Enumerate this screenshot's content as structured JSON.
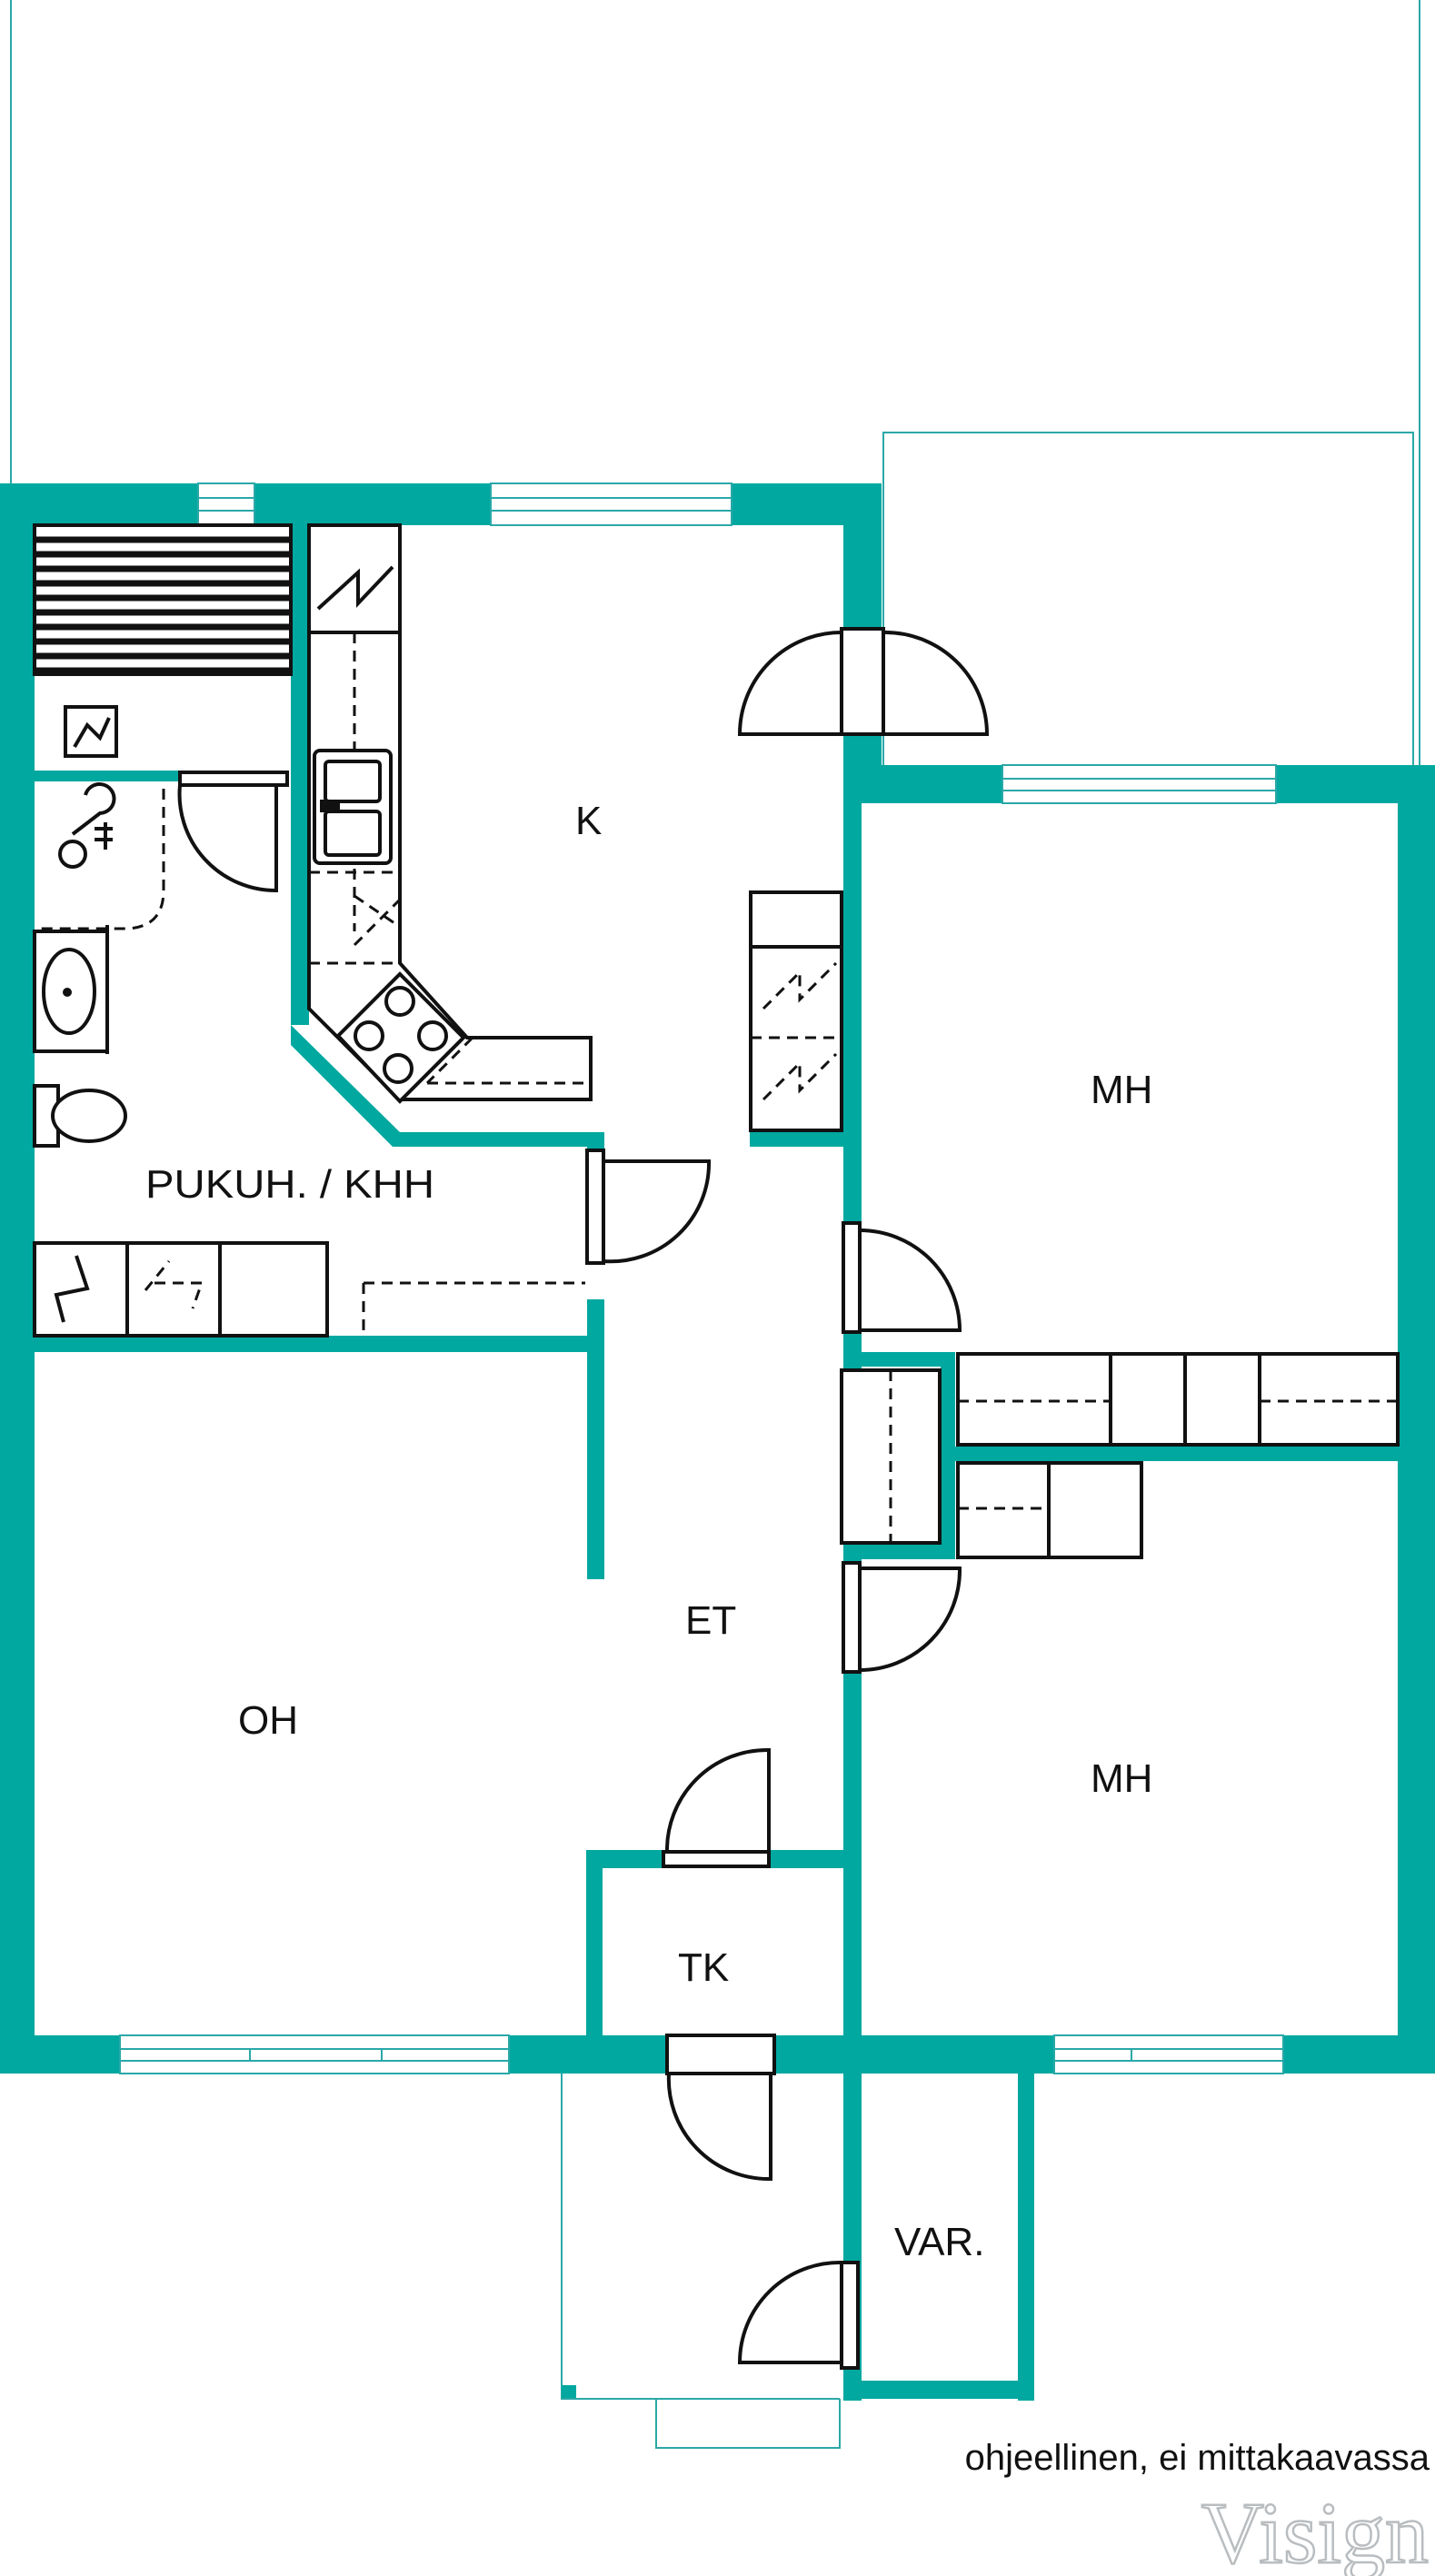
{
  "plan": {
    "wall_color": "#00a8a0",
    "outline_color": "#2aa8a8",
    "fixture_color": "#111111"
  },
  "rooms": {
    "kitchen": "K",
    "bedroom_upper": "MH",
    "bedroom_lower": "MH",
    "dressing_utility": "PUKUH. / KHH",
    "living_room": "OH",
    "entrance_hall": "ET",
    "closet": "TK",
    "storage": "VAR."
  },
  "note": "ohjeellinen, ei mittakaavassa",
  "watermark": "Visign"
}
